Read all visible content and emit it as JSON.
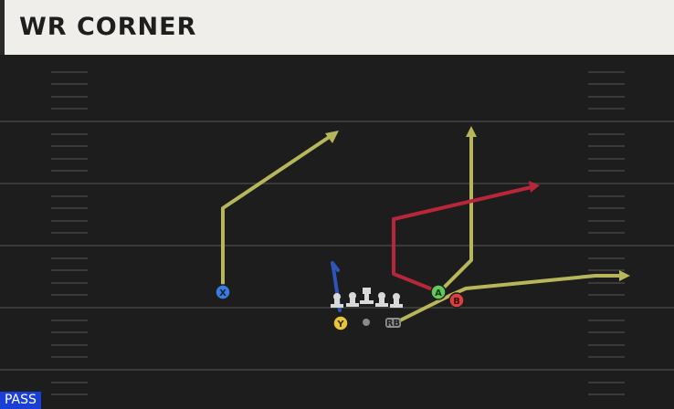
{
  "play": {
    "title": "WR CORNER",
    "type": "PASS"
  },
  "colors": {
    "route_default": "#b7b65a",
    "route_block": "#2f54b9",
    "route_highlight": "#b8263a",
    "button_x": "#3a7be0",
    "button_y": "#e7c43a",
    "button_a": "#63c95a",
    "button_b": "#d94040"
  },
  "receivers": {
    "x": {
      "button": "X",
      "route": "corner"
    },
    "y": {
      "button": "Y",
      "route": "block"
    },
    "a": {
      "button": "A",
      "route": "go"
    },
    "b": {
      "button": "B",
      "route": "out"
    },
    "rb": {
      "label": "RB",
      "route": "flat"
    }
  },
  "icons": {
    "lineman": "lineman-icon",
    "center": "center-icon",
    "qb": "quarterback-icon"
  }
}
